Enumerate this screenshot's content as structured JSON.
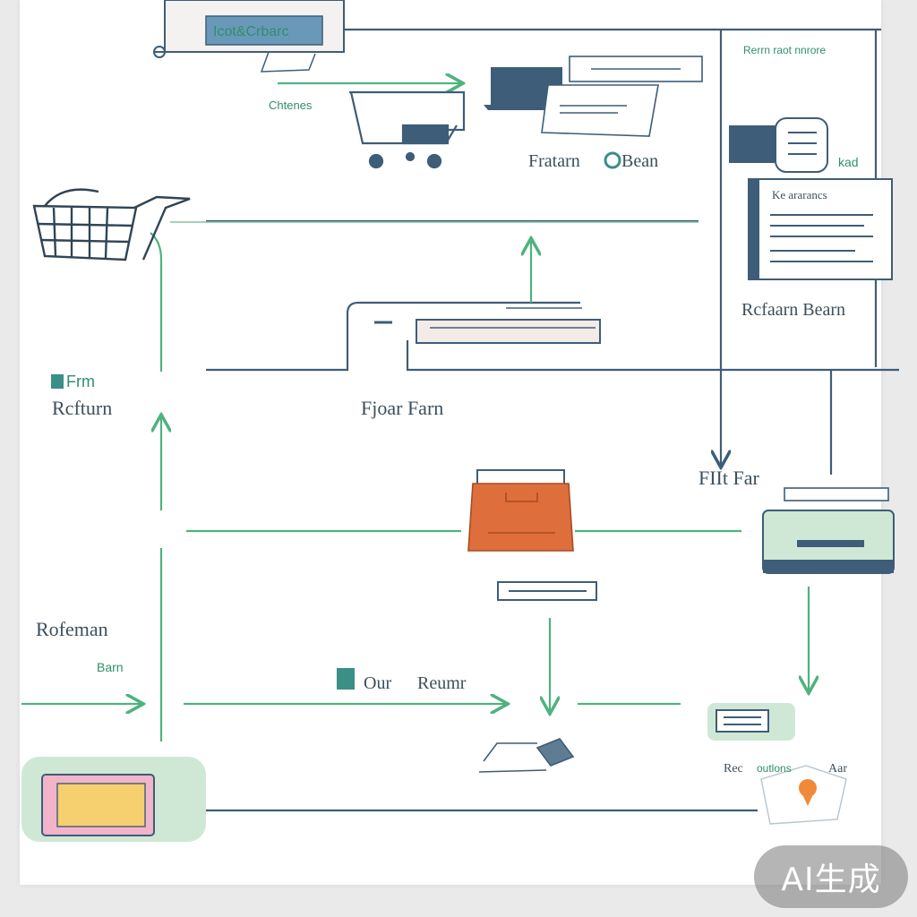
{
  "colors": {
    "blue_line": "#3e5d78",
    "green_line": "#4fb27f",
    "green_text": "#2f8f6a",
    "text": "#3d4f5c",
    "orange": "#de6f3c",
    "mint": "#cfe8d6",
    "yellow": "#f6cf6e",
    "pink": "#f2b4c8"
  },
  "labels": {
    "top_sign": "Icot&Crbarc",
    "cart_sub": "Chtenes",
    "top_right_header": "Rerrn raot nnrore",
    "feature_team": "Fratarn",
    "feature_team_b": "Bean",
    "kad": "kad",
    "doc_header": "Ke ararancs",
    "refran_team": "Rcfaarn Bearn",
    "left_form_top": "Frm",
    "left_form": "Rcfturn",
    "center_form": "Fjoar Farn",
    "flit_far": "FIIt Far",
    "printer_label": "",
    "left_bottom_title": "Rofeman",
    "left_bottom_sub": "Barn",
    "our_return_a": "Our",
    "our_return_b": "Reumr",
    "rec_a": "Rec",
    "rec_b": "outlons",
    "rec_c": "Aar"
  },
  "icons": [
    "shopping-cart-icon",
    "laptop-icon",
    "receipt-icon",
    "basket-icon",
    "tray-icon",
    "card-icon",
    "document-icon",
    "bag-icon",
    "printer-icon",
    "tablet-icon",
    "map-pin-icon",
    "hand-icon"
  ],
  "badge": {
    "text": "AI生成"
  }
}
